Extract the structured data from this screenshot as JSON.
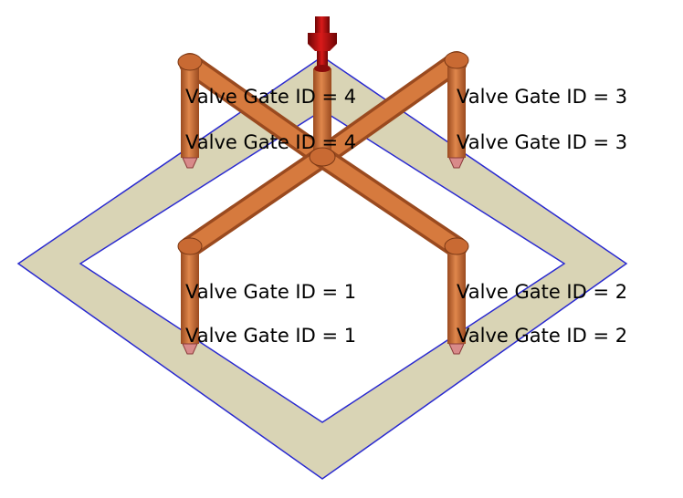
{
  "viewport": {
    "labels": [
      {
        "text": "Valve Gate ID = 4"
      },
      {
        "text": "Valve Gate ID = 4"
      },
      {
        "text": "Valve Gate ID = 3"
      },
      {
        "text": "Valve Gate ID = 3"
      },
      {
        "text": "Valve Gate ID = 1"
      },
      {
        "text": "Valve Gate ID = 1"
      },
      {
        "text": "Valve Gate ID = 2"
      },
      {
        "text": "Valve Gate ID = 2"
      }
    ]
  },
  "colors": {
    "part_fill": "#d9d4b5",
    "part_edge": "#2a2ad0",
    "runner": "#c96a33",
    "runner_dark": "#9a4a1f",
    "sprue_bushing": "#b00f0f",
    "gate_tip": "#d88a8a"
  }
}
